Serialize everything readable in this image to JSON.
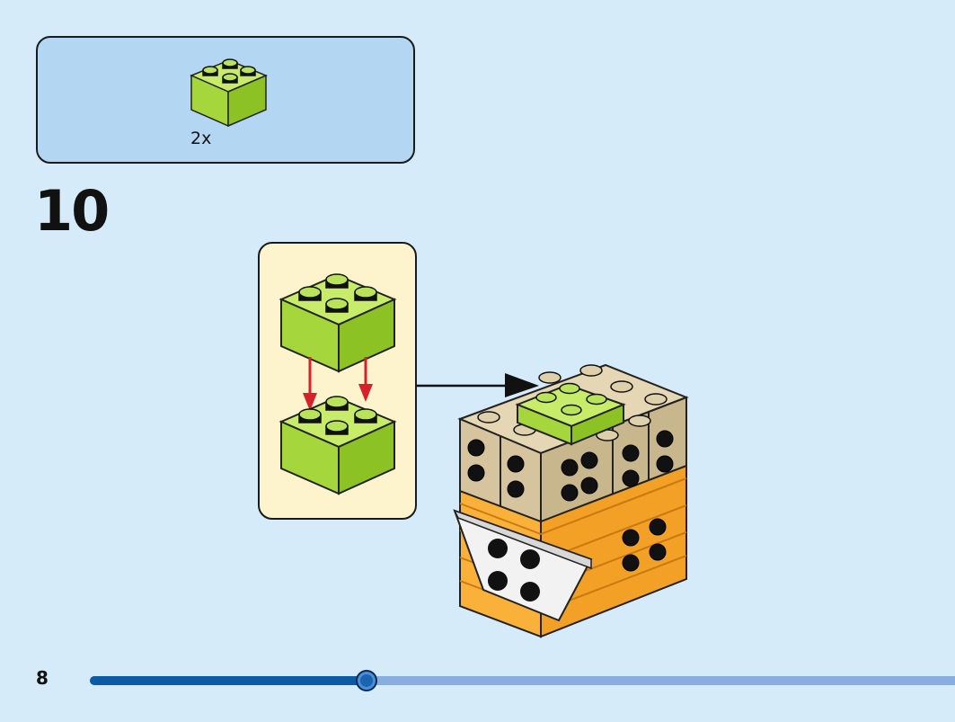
{
  "parts_list": {
    "items": [
      {
        "part": "brick-2x2",
        "color": "#a5d63c",
        "quantity": "2x"
      }
    ]
  },
  "step": {
    "number": "10"
  },
  "callout": {
    "action": "stack-two-bricks"
  },
  "page": {
    "number": "8"
  },
  "progress": {
    "fraction": 0.32
  },
  "colors": {
    "background": "#d6ebf9",
    "parts_box": "#b3d7f3",
    "callout_bg": "#fdf4cd",
    "lime": "#a5d63c",
    "tan": "#d5c49d",
    "orange": "#f9b13a",
    "white": "#f2f2f2",
    "arrow_red": "#d8202b",
    "progress_fill": "#0b5aa6",
    "progress_track": "#87aede"
  }
}
